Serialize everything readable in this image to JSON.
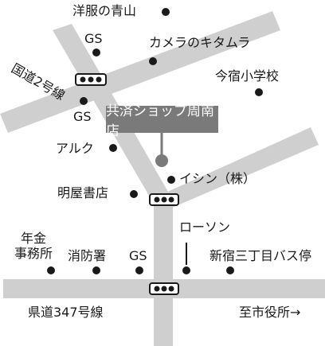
{
  "shop": {
    "name": "共済ショップ周南店"
  },
  "roads": {
    "national": "国道2号線",
    "prefectural": "県道347号線",
    "to_city_hall": "至市役所→"
  },
  "places": {
    "yofuku": "洋服の青山",
    "gs_top": "GS",
    "camera": "カメラのキタムラ",
    "school": "今宿小学校",
    "gs_mid": "GS",
    "aruku": "アルク",
    "ishin": "イシン（株）",
    "meiya": "明屋書店",
    "lawson": "ローソン",
    "nenkin_1": "年金",
    "nenkin_2": "事務所",
    "shobo": "消防署",
    "gs_bottom": "GS",
    "busstop": "新宿三丁目バス停"
  },
  "colors": {
    "road": "#cfcfcf",
    "shop_box": "#7a7a7a",
    "marker": "#7a7a7a",
    "dot": "#1a1a1a"
  }
}
